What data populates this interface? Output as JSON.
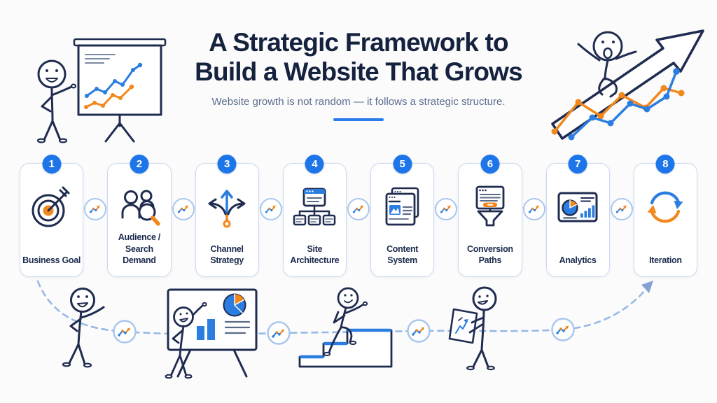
{
  "header": {
    "title_line1": "A Strategic Framework to",
    "title_line2": "Build a Website That Grows",
    "subtitle": "Website growth is not random — it follows a strategic structure."
  },
  "steps": [
    {
      "number": "1",
      "label": "Business Goal",
      "icon": "target-icon"
    },
    {
      "number": "2",
      "label": "Audience / Search Demand",
      "icon": "audience-search-icon"
    },
    {
      "number": "3",
      "label": "Channel Strategy",
      "icon": "branching-arrows-icon"
    },
    {
      "number": "4",
      "label": "Site Architecture",
      "icon": "sitemap-icon"
    },
    {
      "number": "5",
      "label": "Content System",
      "icon": "content-pages-icon"
    },
    {
      "number": "6",
      "label": "Conversion Paths",
      "icon": "funnel-browser-icon"
    },
    {
      "number": "7",
      "label": "Analytics",
      "icon": "analytics-dashboard-icon"
    },
    {
      "number": "8",
      "label": "Iteration",
      "icon": "cycle-arrows-icon"
    }
  ],
  "colors": {
    "navy_outline": "#1f2c50",
    "title_text": "#15223e",
    "subtitle_text": "#5b6d8b",
    "accent_blue": "#2b7de0",
    "badge_blue": "#1d76e9",
    "accent_orange": "#f2871c",
    "card_border": "#ccd9ef",
    "dashed_path": "#97b9e6",
    "background": "#fbfbfc"
  }
}
